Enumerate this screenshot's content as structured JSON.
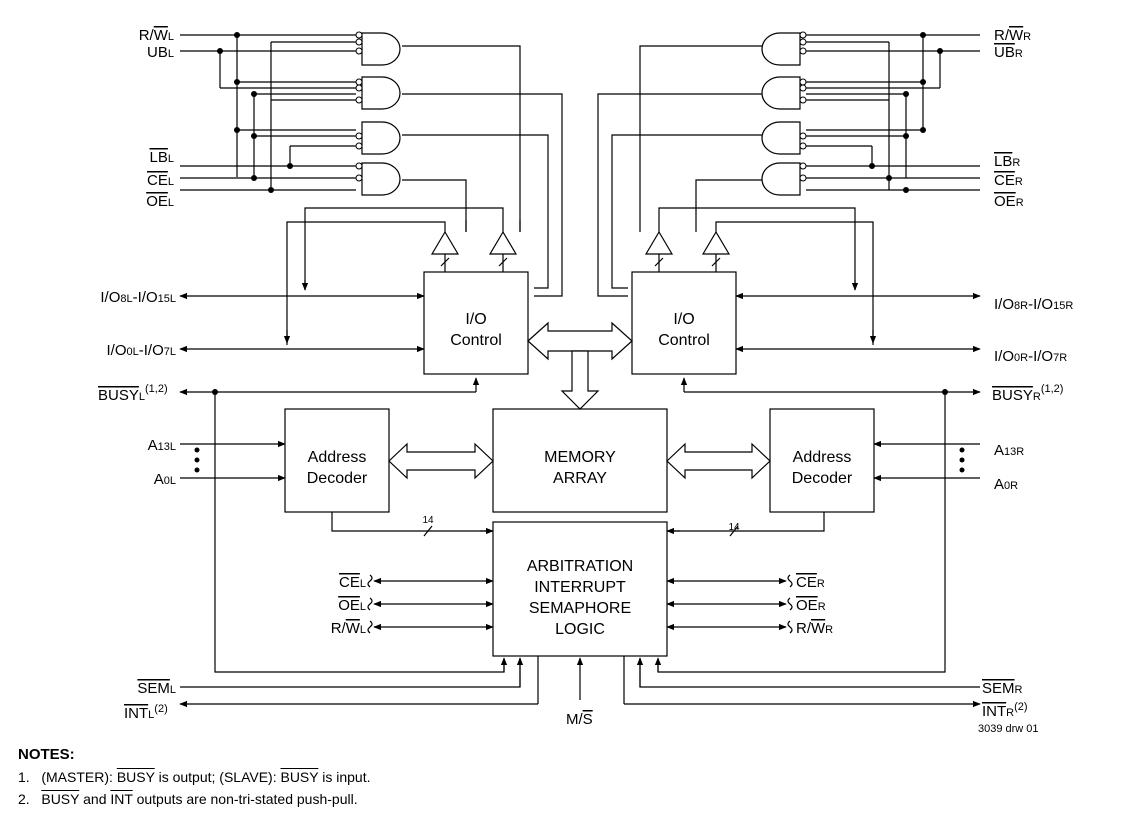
{
  "blocks": {
    "io_left": [
      "I/O",
      "Control"
    ],
    "io_right": [
      "I/O",
      "Control"
    ],
    "addr_left": [
      "Address",
      "Decoder"
    ],
    "addr_right": [
      "Address",
      "Decoder"
    ],
    "memory": [
      "MEMORY",
      "ARRAY"
    ],
    "arb": [
      "ARBITRATION",
      "INTERRUPT",
      "SEMAPHORE",
      "LOGIC"
    ]
  },
  "signals_left": {
    "rw": {
      "pre": "R/",
      "bar": "W",
      "sub": "L"
    },
    "ub": {
      "main": "UB",
      "sub": "L"
    },
    "lb": {
      "bar": "LB",
      "sub": "L"
    },
    "ce": {
      "bar": "CE",
      "sub": "L"
    },
    "oe": {
      "bar": "OE",
      "sub": "L"
    },
    "io_hi": {
      "a": "I/O",
      "as": "8L",
      "b": "-I/O",
      "bs": "15L"
    },
    "io_lo": {
      "a": "I/O",
      "as": "0L",
      "b": "-I/O",
      "bs": "7L"
    },
    "busy": {
      "bar": "BUSY",
      "sub": "L",
      "sup": "(1,2)"
    },
    "a13": {
      "main": "A",
      "sub": "13L"
    },
    "a0": {
      "main": "A",
      "sub": "0L"
    },
    "arb_ce": {
      "bar": "CE",
      "sub": "L"
    },
    "arb_oe": {
      "bar": "OE",
      "sub": "L"
    },
    "arb_rw": {
      "pre": "R/",
      "bar": "W",
      "sub": "L"
    },
    "sem": {
      "bar": "SEM",
      "sub": "L"
    },
    "int": {
      "bar": "INT",
      "sub": "L",
      "sup": "(2)"
    }
  },
  "signals_right": {
    "rw": {
      "pre": "R/",
      "bar": "W",
      "sub": "R"
    },
    "ub": {
      "bar": "UB",
      "sub": "R"
    },
    "lb": {
      "bar": "LB",
      "sub": "R"
    },
    "ce": {
      "bar": "CE",
      "sub": "R"
    },
    "oe": {
      "bar": "OE",
      "sub": "R"
    },
    "io_hi": {
      "a": "I/O",
      "as": "8R",
      "b": "-I/O",
      "bs": "15R"
    },
    "io_lo": {
      "a": "I/O",
      "as": "0R",
      "b": "-I/O",
      "bs": "7R"
    },
    "busy": {
      "bar": "BUSY",
      "sub": "R",
      "sup": "(1,2)"
    },
    "a13": {
      "main": "A",
      "sub": "13R"
    },
    "a0": {
      "main": "A",
      "sub": "0R"
    },
    "arb_ce": {
      "bar": "CE",
      "sub": "R"
    },
    "arb_oe": {
      "bar": "OE",
      "sub": "R"
    },
    "arb_rw": {
      "pre": "R/",
      "bar": "W",
      "sub": "R"
    },
    "sem": {
      "bar": "SEM",
      "sub": "R"
    },
    "int": {
      "bar": "INT",
      "sub": "R",
      "sup": "(2)"
    }
  },
  "ms": {
    "pre": "M/",
    "bar": "S"
  },
  "bus_width_left": "14",
  "bus_width_right": "14",
  "drawing_id": "3039 drw 01",
  "notes": {
    "title": "NOTES:",
    "n1": {
      "num": "1.",
      "a": "(MASTER): ",
      "b": "BUSY",
      "c": " is output; (SLAVE): ",
      "d": "BUSY",
      "e": " is input."
    },
    "n2": {
      "num": "2.",
      "a": "BUSY",
      "b": " and ",
      "c": "INT",
      "d": " outputs are non-tri-stated push-pull."
    }
  }
}
